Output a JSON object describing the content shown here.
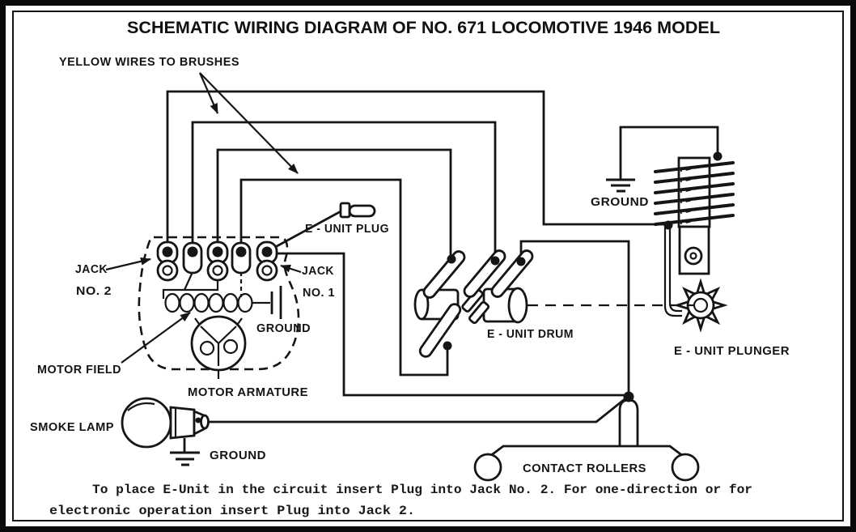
{
  "frame": {
    "title": "SCHEMATIC WIRING DIAGRAM OF NO. 671 LOCOMOTIVE 1946 MODEL"
  },
  "labels": {
    "yellow_wires": "YELLOW WIRES TO BRUSHES",
    "e_unit_plug": "E - UNIT PLUG",
    "jack_no2": {
      "l1": "JACK",
      "l2": "NO. 2"
    },
    "jack_no1": {
      "l1": "JACK",
      "l2": "NO. 1"
    },
    "motor_ground": "GROUND",
    "motor_field": "MOTOR FIELD",
    "motor_armature": "MOTOR ARMATURE",
    "smoke_lamp": "SMOKE LAMP",
    "lamp_ground": "GROUND",
    "e_unit_drum": "E - UNIT DRUM",
    "coil_ground": "GROUND",
    "e_unit_plunger": "E - UNIT PLUNGER",
    "contact_rollers": "CONTACT ROLLERS"
  },
  "caption": {
    "line1": "To place E-Unit in the circuit insert Plug into Jack No. 2. For one-direction or for",
    "line2": "electronic operation insert Plug into Jack 2."
  },
  "colors": {
    "ink": "#151515",
    "paper": "#ffffff"
  }
}
